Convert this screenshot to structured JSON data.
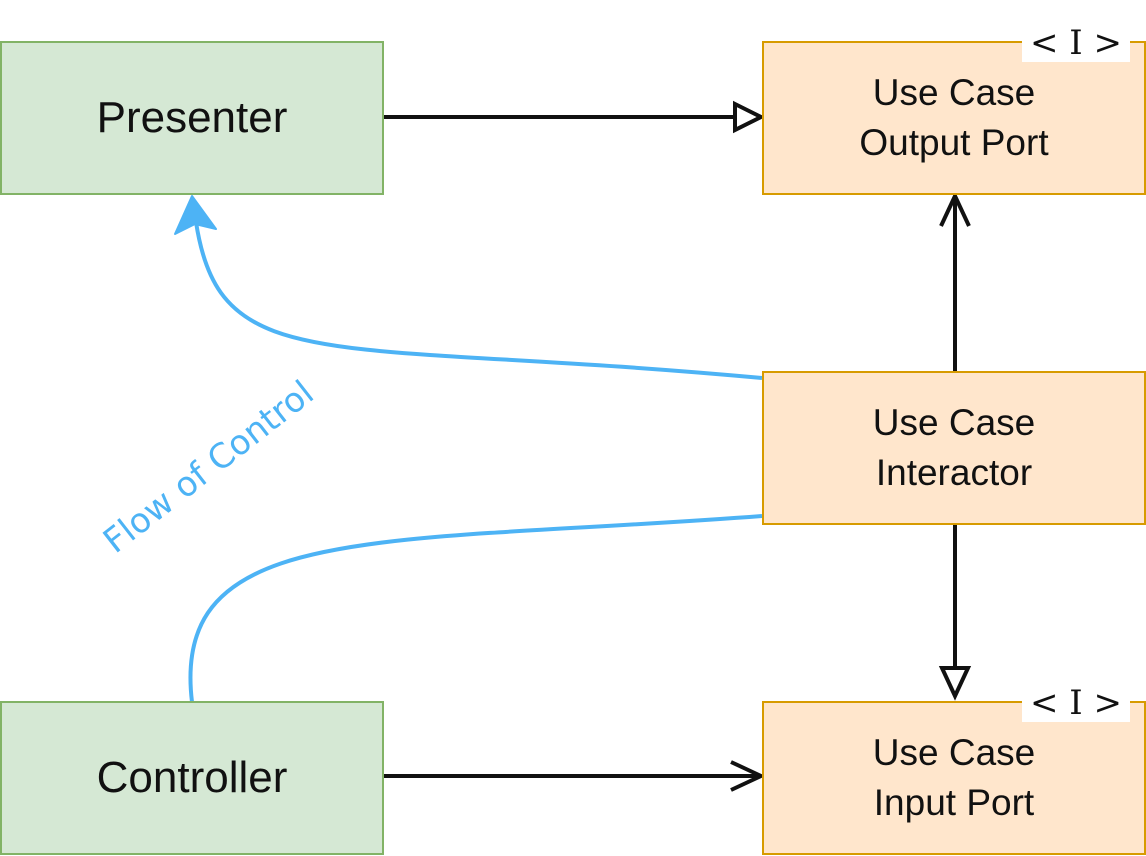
{
  "boxes": {
    "presenter": {
      "label": "Presenter"
    },
    "controller": {
      "label": "Controller"
    },
    "output_port": {
      "label": "Use Case\nOutput Port",
      "interface_tag": "< I >"
    },
    "interactor": {
      "label": "Use Case\nInteractor"
    },
    "input_port": {
      "label": "Use Case\nInput Port",
      "interface_tag": "< I >"
    }
  },
  "flow": {
    "label": "Flow of Control"
  },
  "colors": {
    "adapter_fill": "#d5e8d4",
    "adapter_border": "#82b366",
    "usecase_fill": "#ffe6cc",
    "usecase_border": "#d79b00",
    "flow_line": "#4db3f5",
    "arrow": "#111111"
  }
}
